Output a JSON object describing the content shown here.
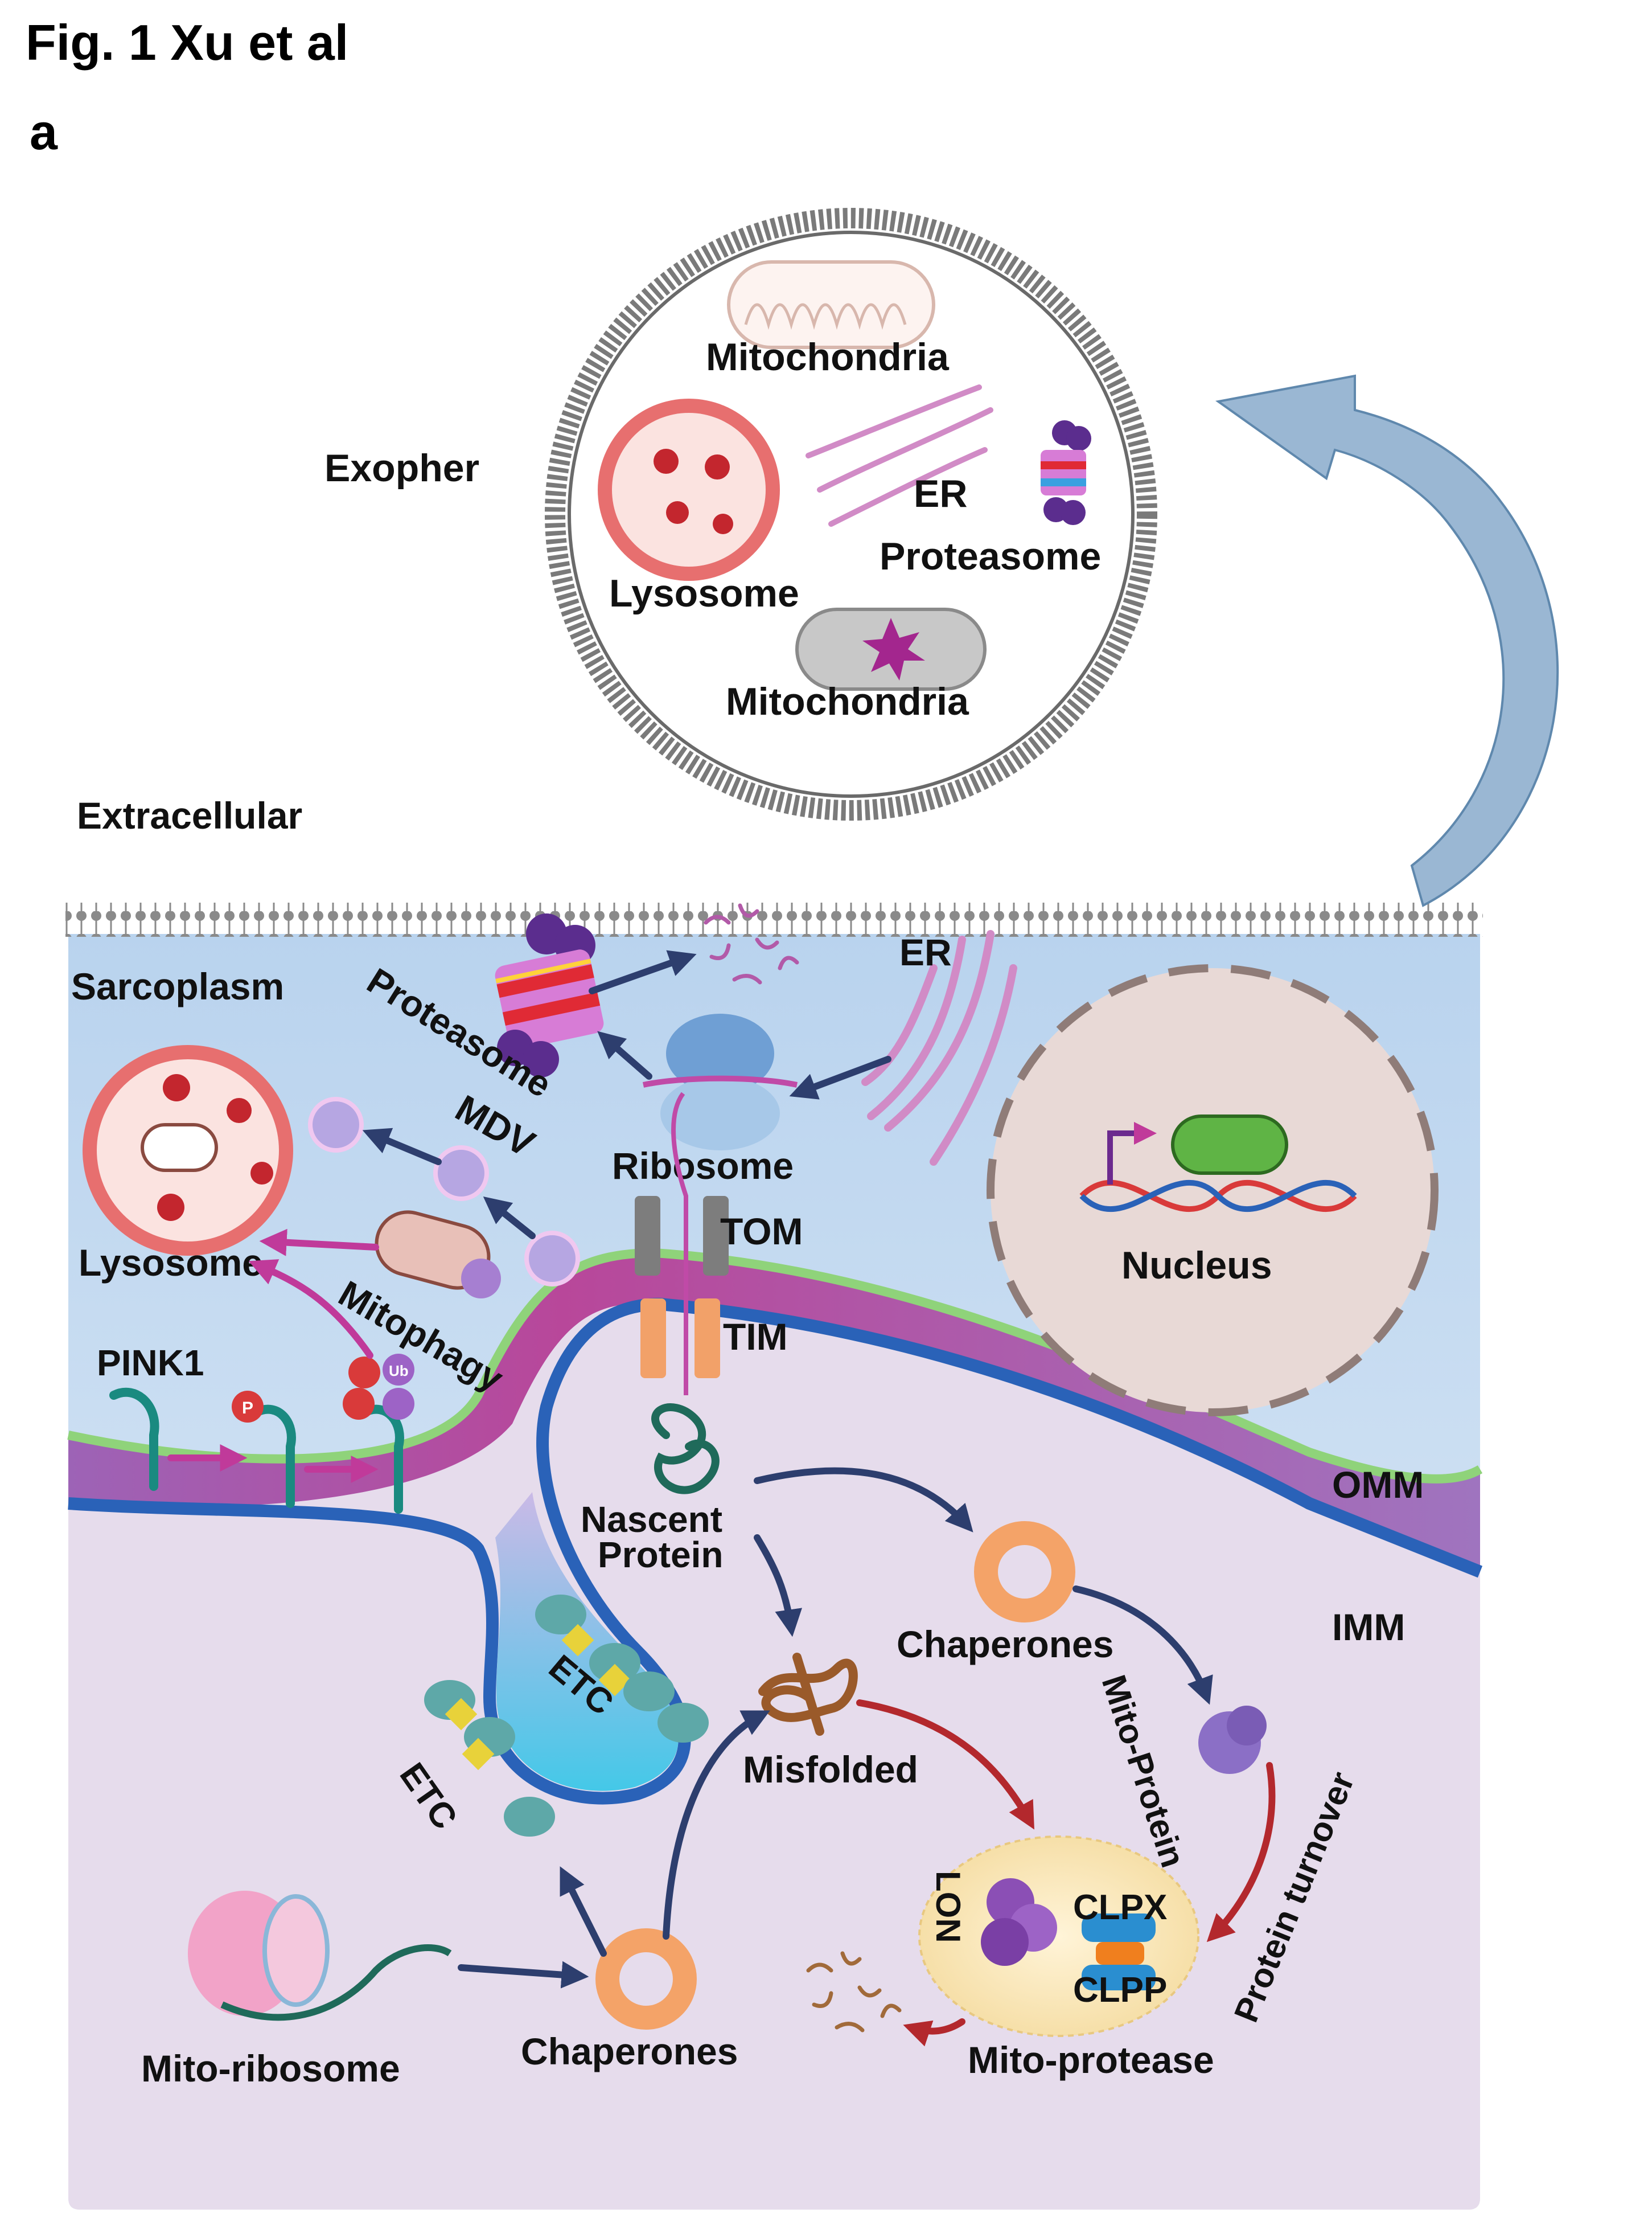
{
  "figure_header": {
    "title": "Fig. 1 Xu et al",
    "panel_letter": "a"
  },
  "colors": {
    "sarcoplasm_top": "#b9d3ee",
    "sarcoplasm_bottom": "#e4eef8",
    "matrix": "#e6dcec",
    "omm": "#8fd37a",
    "ims": "#b24a9a",
    "imm": "#2a62b8",
    "lysosome": "#e76f6f",
    "nucleus": "#e8d9d6",
    "chaperone": "#f4a368",
    "arrow_navy": "#2d3e6e",
    "arrow_magenta": "#c03a9a",
    "arrow_red": "#b3282d",
    "big_arrow": "#9ab7d3"
  },
  "exopher": {
    "label": "Exopher",
    "contents": {
      "mitochondria_top": "Mitochondria",
      "er": "ER",
      "proteasome": "Proteasome",
      "lysosome": "Lysosome",
      "mitochondria_bottom": "Mitochondria"
    }
  },
  "cell": {
    "extracellular": "Extracellular",
    "sarcoplasm": "Sarcoplasm",
    "proteasome": "Proteasome",
    "er": "ER",
    "ribosome": "Ribosome",
    "mdv": "MDV",
    "lysosome": "Lysosome",
    "mitophagy": "Mitophagy",
    "pink1": "PINK1",
    "phospho": "P",
    "ubiquitin": "Ub",
    "tom": "TOM",
    "tim": "TIM",
    "nucleus": "Nucleus",
    "omm": "OMM",
    "imm": "IMM",
    "nascent_protein": "Nascent\nProtein",
    "chaperones_upper": "Chaperones",
    "chaperones_lower": "Chaperones",
    "mito_protein": "Mito-Protein",
    "protein_turnover": "Protein turnover",
    "etc_upper": "ETC",
    "etc_lower": "ETC",
    "misfolded": "Misfolded",
    "lon": "LON",
    "clpx": "CLPX",
    "clpp": "CLPP",
    "mito_protease": "Mito-protease",
    "mito_ribosome": "Mito-ribosome"
  }
}
